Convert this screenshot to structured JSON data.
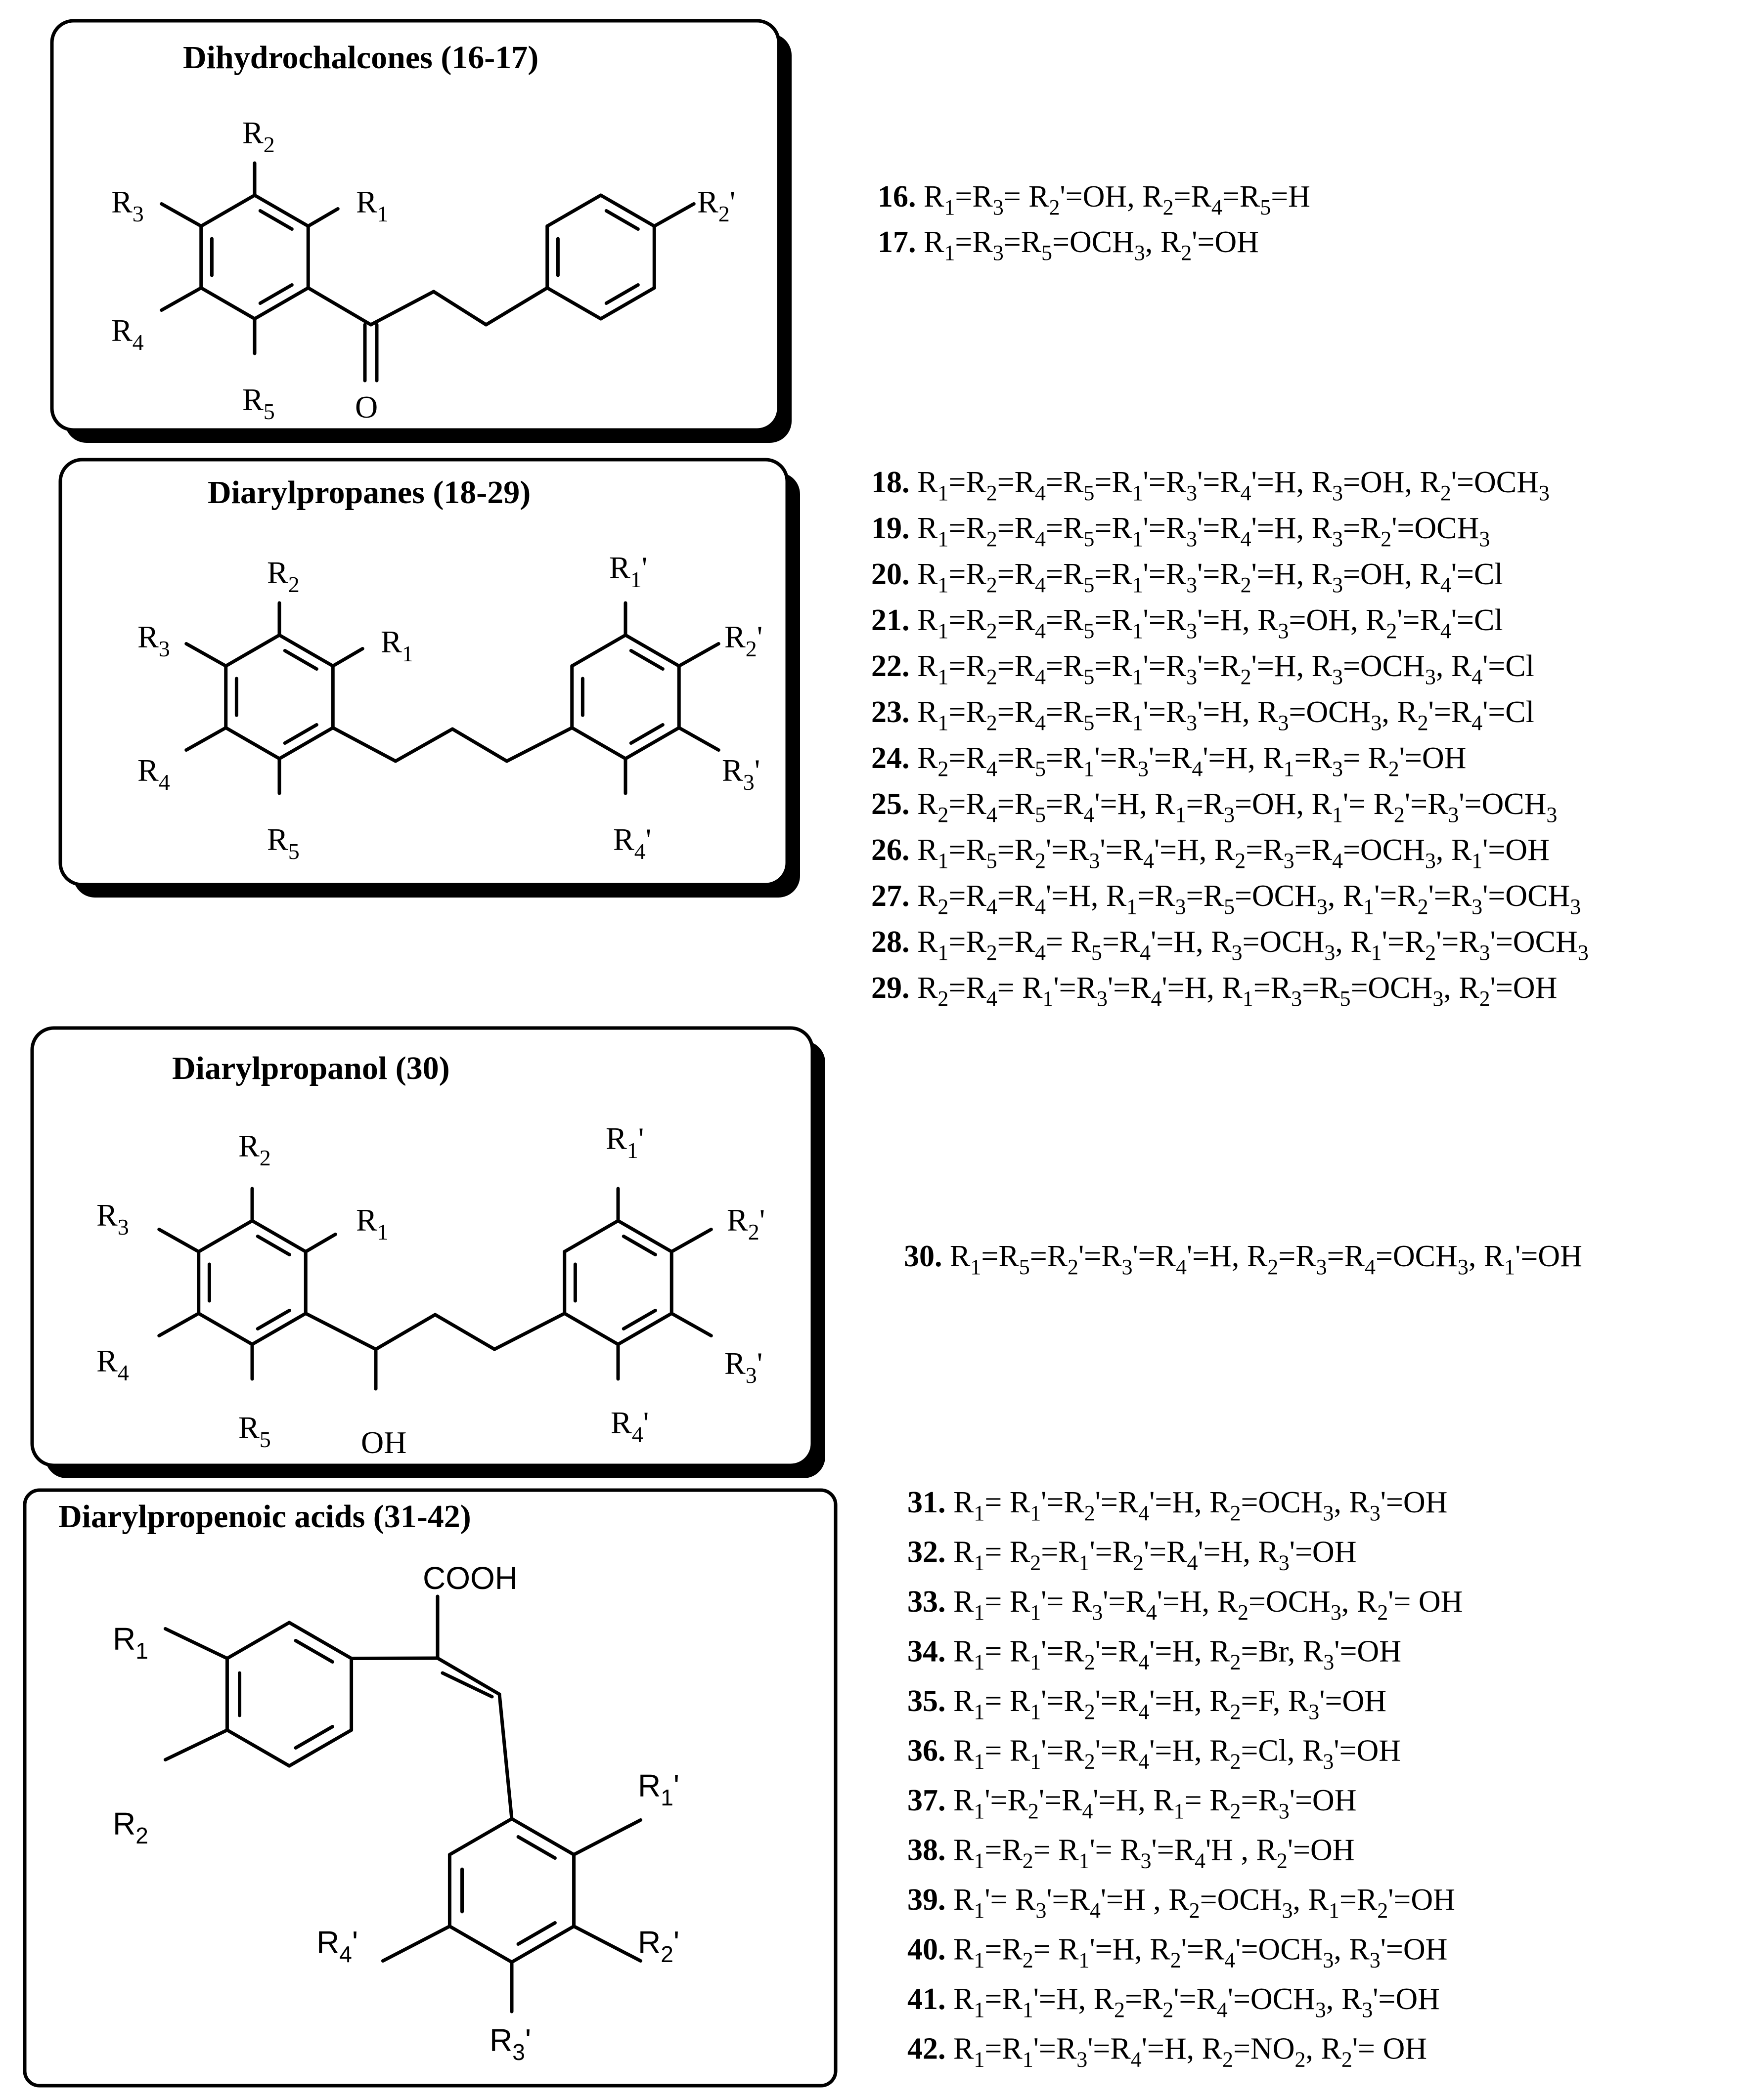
{
  "panels": [
    {
      "id": "dihydrochalcones",
      "title": "Dihydrochalcones (16-17)",
      "labels": {
        "R1": [
          "R",
          "1",
          ""
        ],
        "R2": [
          "R",
          "2",
          ""
        ],
        "R3": [
          "R",
          "3",
          ""
        ],
        "R4": [
          "R",
          "4",
          ""
        ],
        "R5": [
          "R",
          "5",
          ""
        ],
        "R2p": [
          "R",
          "2",
          "'"
        ],
        "O": [
          "O",
          "",
          ""
        ]
      },
      "compounds": [
        {
          "num": "16.",
          "rich": "R_1=R_3= R_2'=OH, R_2=R_4=R_5=H"
        },
        {
          "num": "17.",
          "rich": "R_1=R_3=R_5=OCH_3, R_2'=OH"
        }
      ]
    },
    {
      "id": "diarylpropanes",
      "title": "Diarylpropanes (18-29)",
      "labels": {
        "R1": [
          "R",
          "1",
          ""
        ],
        "R2": [
          "R",
          "2",
          ""
        ],
        "R3": [
          "R",
          "3",
          ""
        ],
        "R4": [
          "R",
          "4",
          ""
        ],
        "R5": [
          "R",
          "5",
          ""
        ],
        "R1p": [
          "R",
          "1",
          "'"
        ],
        "R2p": [
          "R",
          "2",
          "'"
        ],
        "R3p": [
          "R",
          "3",
          "'"
        ],
        "R4p": [
          "R",
          "4",
          "'"
        ]
      },
      "compounds": [
        {
          "num": "18.",
          "rich": "R_1=R_2=R_4=R_5=R_1'=R_3'=R_4'=H,  R_3=OH, R_2'=OCH_3"
        },
        {
          "num": "19.",
          "rich": "R_1=R_2=R_4=R_5=R_1'=R_3'=R_4'=H, R_3=R_2'=OCH_3"
        },
        {
          "num": "20.",
          "rich": "R_1=R_2=R_4=R_5=R_1'=R_3'=R_2'=H,  R_3=OH, R_4'=Cl"
        },
        {
          "num": "21.",
          "rich": "R_1=R_2=R_4=R_5=R_1'=R_3'=H,  R_3=OH, R_2'=R_4'=Cl"
        },
        {
          "num": "22.",
          "rich": "R_1=R_2=R_4=R_5=R_1'=R_3'=R_2'=H,  R_3=OCH_3, R_4'=Cl"
        },
        {
          "num": "23.",
          "rich": "R_1=R_2=R_4=R_5=R_1'=R_3'=H,  R_3=OCH_3, R_2'=R_4'=Cl"
        },
        {
          "num": "24.",
          "rich": "R_2=R_4=R_5=R_1'=R_3'=R_4'=H,  R_1=R_3= R_2'=OH"
        },
        {
          "num": "25.",
          "rich": "R_2=R_4=R_5=R_4'=H,  R_1=R_3=OH, R_1'= R_2'=R_3'=OCH_3"
        },
        {
          "num": "26.",
          "rich": "R_1=R_5=R_2'=R_3'=R_4'=H, R_2=R_3=R_4=OCH_3, R_1'=OH"
        },
        {
          "num": "27.",
          "rich": "R_2=R_4=R_4'=H, R_1=R_3=R_5=OCH_3, R_1'=R_2'=R_3'=OCH_3"
        },
        {
          "num": "28.",
          "rich": "R_1=R_2=R_4= R_5=R_4'=H,  R_3=OCH_3, R_1'=R_2'=R_3'=OCH_3"
        },
        {
          "num": "29.",
          "rich": "R_2=R_4= R_1'=R_3'=R_4'=H, R_1=R_3=R_5=OCH_3, R_2'=OH"
        }
      ]
    },
    {
      "id": "diarylpropanol",
      "title": "Diarylpropanol (30)",
      "labels": {
        "R1": [
          "R",
          "1",
          ""
        ],
        "R2": [
          "R",
          "2",
          ""
        ],
        "R3": [
          "R",
          "3",
          ""
        ],
        "R4": [
          "R",
          "4",
          ""
        ],
        "R5": [
          "R",
          "5",
          ""
        ],
        "R1p": [
          "R",
          "1",
          "'"
        ],
        "R2p": [
          "R",
          "2",
          "'"
        ],
        "R3p": [
          "R",
          "3",
          "'"
        ],
        "R4p": [
          "R",
          "4",
          "'"
        ],
        "OH": [
          "OH",
          "",
          ""
        ]
      },
      "compounds": [
        {
          "num": "30.",
          "rich": "R_1=R_5=R_2'=R_3'=R_4'=H, R_2=R_3=R_4=OCH_3, R_1'=OH"
        }
      ]
    },
    {
      "id": "diarylpropenoic",
      "title": "Diarylpropenoic acids (31-42)",
      "labels": {
        "COOH": [
          "COOH",
          "",
          ""
        ],
        "R1": [
          "R",
          "1",
          ""
        ],
        "R2": [
          "R",
          "2",
          ""
        ],
        "R1p": [
          "R",
          "1",
          "'"
        ],
        "R2p": [
          "R",
          "2",
          "'"
        ],
        "R3p": [
          "R",
          "3",
          "'"
        ],
        "R4p": [
          "R",
          "4",
          "'"
        ]
      },
      "compounds": [
        {
          "num": "31.",
          "rich": "R_1= R_1'=R_2'=R_4'=H, R_2=OCH_3, R_3'=OH"
        },
        {
          "num": "32.",
          "rich": "R_1= R_2=R_1'=R_2'=R_4'=H, R_3'=OH"
        },
        {
          "num": "33.",
          "rich": "R_1= R_1'= R_3'=R_4'=H, R_2=OCH_3, R_2'= OH"
        },
        {
          "num": "34.",
          "rich": "R_1= R_1'=R_2'=R_4'=H, R_2=Br, R_3'=OH"
        },
        {
          "num": "35.",
          "rich": "R_1= R_1'=R_2'=R_4'=H, R_2=F, R_3'=OH"
        },
        {
          "num": "36.",
          "rich": "R_1= R_1'=R_2'=R_4'=H, R_2=Cl, R_3'=OH"
        },
        {
          "num": "37.",
          "rich": "R_1'=R_2'=R_4'=H, R_1= R_2=R_3'=OH"
        },
        {
          "num": "38.",
          "rich": "R_1=R_2= R_1'= R_3'=R_4'H , R_2'=OH"
        },
        {
          "num": "39.",
          "rich": "R_1'= R_3'=R_4'=H , R_2=OCH_3, R_1=R_2'=OH"
        },
        {
          "num": "40.",
          "rich": "R_1=R_2= R_1'=H, R_2'=R_4'=OCH_3, R_3'=OH"
        },
        {
          "num": "41.",
          "rich": "R_1=R_1'=H, R_2=R_2'=R_4'=OCH_3, R_3'=OH"
        },
        {
          "num": "42.",
          "rich": "R_1=R_1'=R_3'=R_4'=H, R_2=NO_2, R_2'= OH"
        }
      ]
    }
  ]
}
